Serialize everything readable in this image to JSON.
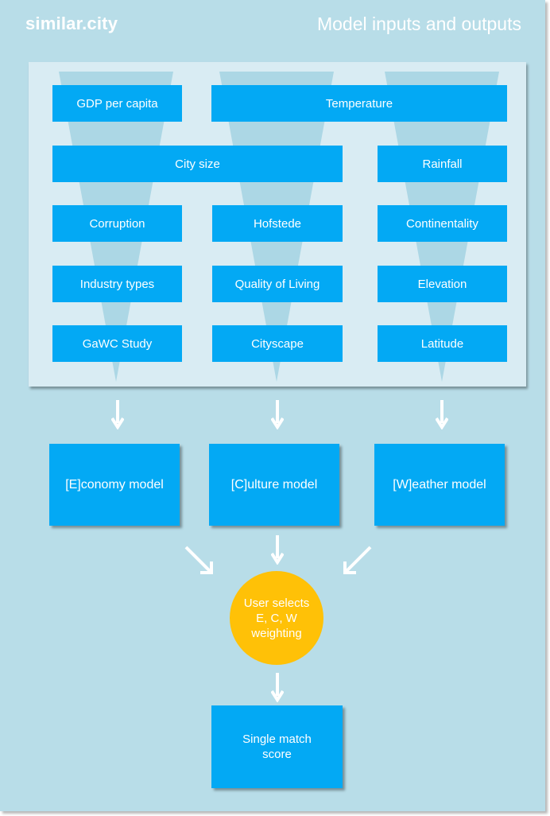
{
  "header": {
    "brand": "similar.city",
    "title": "Model inputs and outputs"
  },
  "inputs": {
    "gdp": "GDP per capita",
    "temperature": "Temperature",
    "city_size": "City size",
    "rainfall": "Rainfall",
    "corruption": "Corruption",
    "hofstede": "Hofstede",
    "continentality": "Continentality",
    "industry": "Industry types",
    "quality": "Quality of Living",
    "elevation": "Elevation",
    "gawc": "GaWC Study",
    "cityscape": "Cityscape",
    "latitude": "Latitude"
  },
  "models": {
    "economy": "[E]conomy model",
    "culture": "[C]ulture model",
    "weather": "[W]eather model"
  },
  "weighting": "User selects E, C, W weighting",
  "score": "Single match score",
  "colors": {
    "background": "#b8dde8",
    "panel": "#d9ecf3",
    "box": "#03a9f4",
    "circle": "#ffc107",
    "text": "#ffffff"
  },
  "icons": {
    "arrow": "white-arrow-icon"
  }
}
